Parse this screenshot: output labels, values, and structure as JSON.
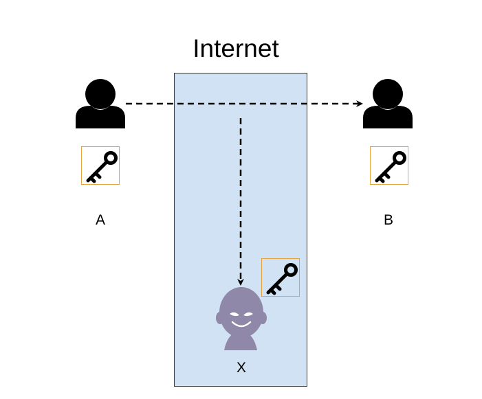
{
  "title": "Internet",
  "nodes": {
    "a": {
      "label": "A"
    },
    "b": {
      "label": "B"
    },
    "x": {
      "label": "X"
    }
  },
  "icons": {
    "user_a": "user-icon",
    "user_b": "user-icon",
    "attacker": "eavesdropper-face-icon",
    "key": "key-icon"
  },
  "colors": {
    "internet_fill": "#d0e2f3",
    "internet_stroke": "#333333",
    "key_box_stroke": "#e6a33c",
    "attacker_fill": "#8f88a8",
    "person_fill": "#000000",
    "arrow": "#000000"
  }
}
